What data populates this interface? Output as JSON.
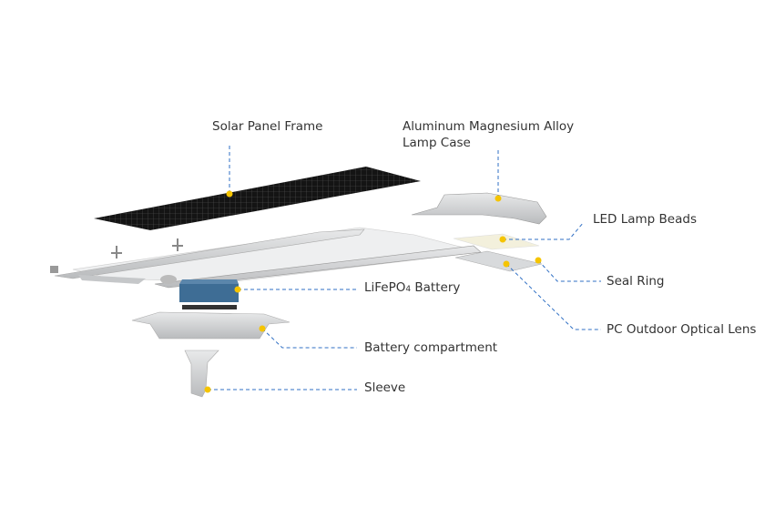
{
  "labels": {
    "solar_panel_frame": "Solar Panel Frame",
    "lamp_case_line1": "Aluminum Magnesium Alloy",
    "lamp_case_line2": "Lamp Case",
    "led_lamp_beads": "LED Lamp Beads",
    "seal_ring": "Seal Ring",
    "pc_lens": "PC Outdoor Optical Lens",
    "battery_prefix": "LiFePO",
    "battery_sub": "4",
    "battery_suffix": " Battery",
    "battery_compartment": "Battery compartment",
    "sleeve": "Sleeve"
  },
  "colors": {
    "leader_line": "#2f6fc4",
    "marker_dot": "#f5c400",
    "battery": "#3e6d95",
    "panel": "#1a1a1a",
    "metal": "#cfd1d3"
  }
}
